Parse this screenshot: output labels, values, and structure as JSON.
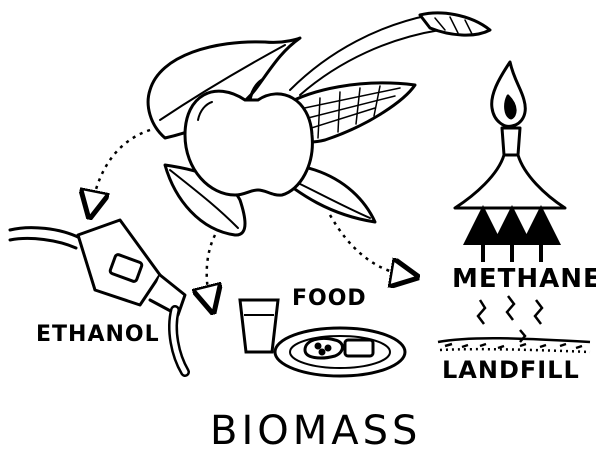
{
  "labels": {
    "ethanol": "ETHANOL",
    "food": "FOOD",
    "methane": "METHANE",
    "landfill": "LANDFILL",
    "title": "BIOMASS"
  },
  "icons": {
    "plants": "biomass-plants-icon",
    "fuel_nozzle": "fuel-nozzle-icon",
    "glass": "drinking-glass-icon",
    "plate": "food-plate-icon",
    "burner": "gas-burner-flame-icon",
    "landfill": "landfill-ground-icon"
  },
  "colors": {
    "ink": "#000000",
    "background": "#ffffff"
  }
}
